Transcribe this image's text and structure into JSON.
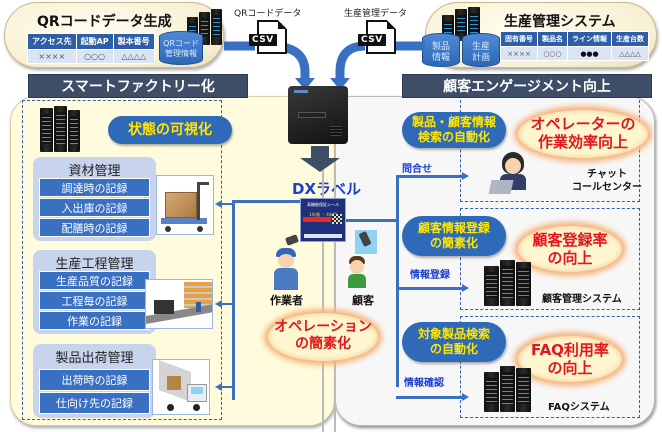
{
  "top_left": {
    "title": "QRコードデータ生成",
    "table": {
      "headers": [
        "アクセス先",
        "起動AP",
        "製本番号"
      ],
      "values": [
        "××××",
        "○○○",
        "△△△△"
      ]
    },
    "db_label": "QRコード\n管理情報"
  },
  "top_right": {
    "title": "生産管理システム",
    "table": {
      "headers": [
        "固有番号",
        "製品名",
        "ライン情報",
        "生産台数"
      ],
      "values": [
        "××××",
        "○○○",
        "●●●",
        "△△△△"
      ]
    },
    "db1_label": "製品\n情報",
    "db2_label": "生産\n計画"
  },
  "csv_left": {
    "label": "QRコードデータ",
    "tag": "CSV"
  },
  "csv_right": {
    "label": "生産管理データ",
    "tag": "CSV"
  },
  "left_section": {
    "header": "スマートファクトリー化",
    "badge": "状態の可視化",
    "groups": [
      {
        "title": "資材管理",
        "records": [
          "調達時の記録",
          "入出庫の記録",
          "配膳時の記録"
        ],
        "image": "cart-with-box"
      },
      {
        "title": "生産工程管理",
        "records": [
          "生産品質の記録",
          "工程毎の記録",
          "作業の記録"
        ],
        "image": "production-line"
      },
      {
        "title": "製品出荷管理",
        "records": [
          "出荷時の記録",
          "仕向け先の記録"
        ],
        "image": "delivery-truck"
      }
    ],
    "highlight": "オペレーション\nの簡素化"
  },
  "center": {
    "dx_label": "DXラベル",
    "label_card": {
      "title": "高機能保証シール",
      "row": "1年間 ・ 4年間"
    },
    "worker": "作業者",
    "customer": "顧客"
  },
  "right_section": {
    "header": "顧客エンゲージメント向上",
    "rows": [
      {
        "badge": "製品・顧客情報\n検索の自動化",
        "highlight": "オペレーターの\n作業効率向上",
        "flow": "問合せ",
        "system": "チャット\nコールセンター"
      },
      {
        "badge": "顧客情報登録\nの簡素化",
        "highlight": "顧客登録率\nの向上",
        "flow": "情報登録",
        "system": "顧客管理システム"
      },
      {
        "badge": "対象製品検索\nの自動化",
        "highlight": "FAQ利用率\nの向上",
        "flow": "情報確認",
        "system": "FAQシステム"
      }
    ]
  },
  "colors": {
    "header_bg": "#3e4e66",
    "accent_blue": "#3a70c2",
    "badge_text": "#ffe600",
    "highlight_text": "#e3161b",
    "flow_label": "#1b3fd1",
    "left_panel_bg": "#fffbdc"
  }
}
